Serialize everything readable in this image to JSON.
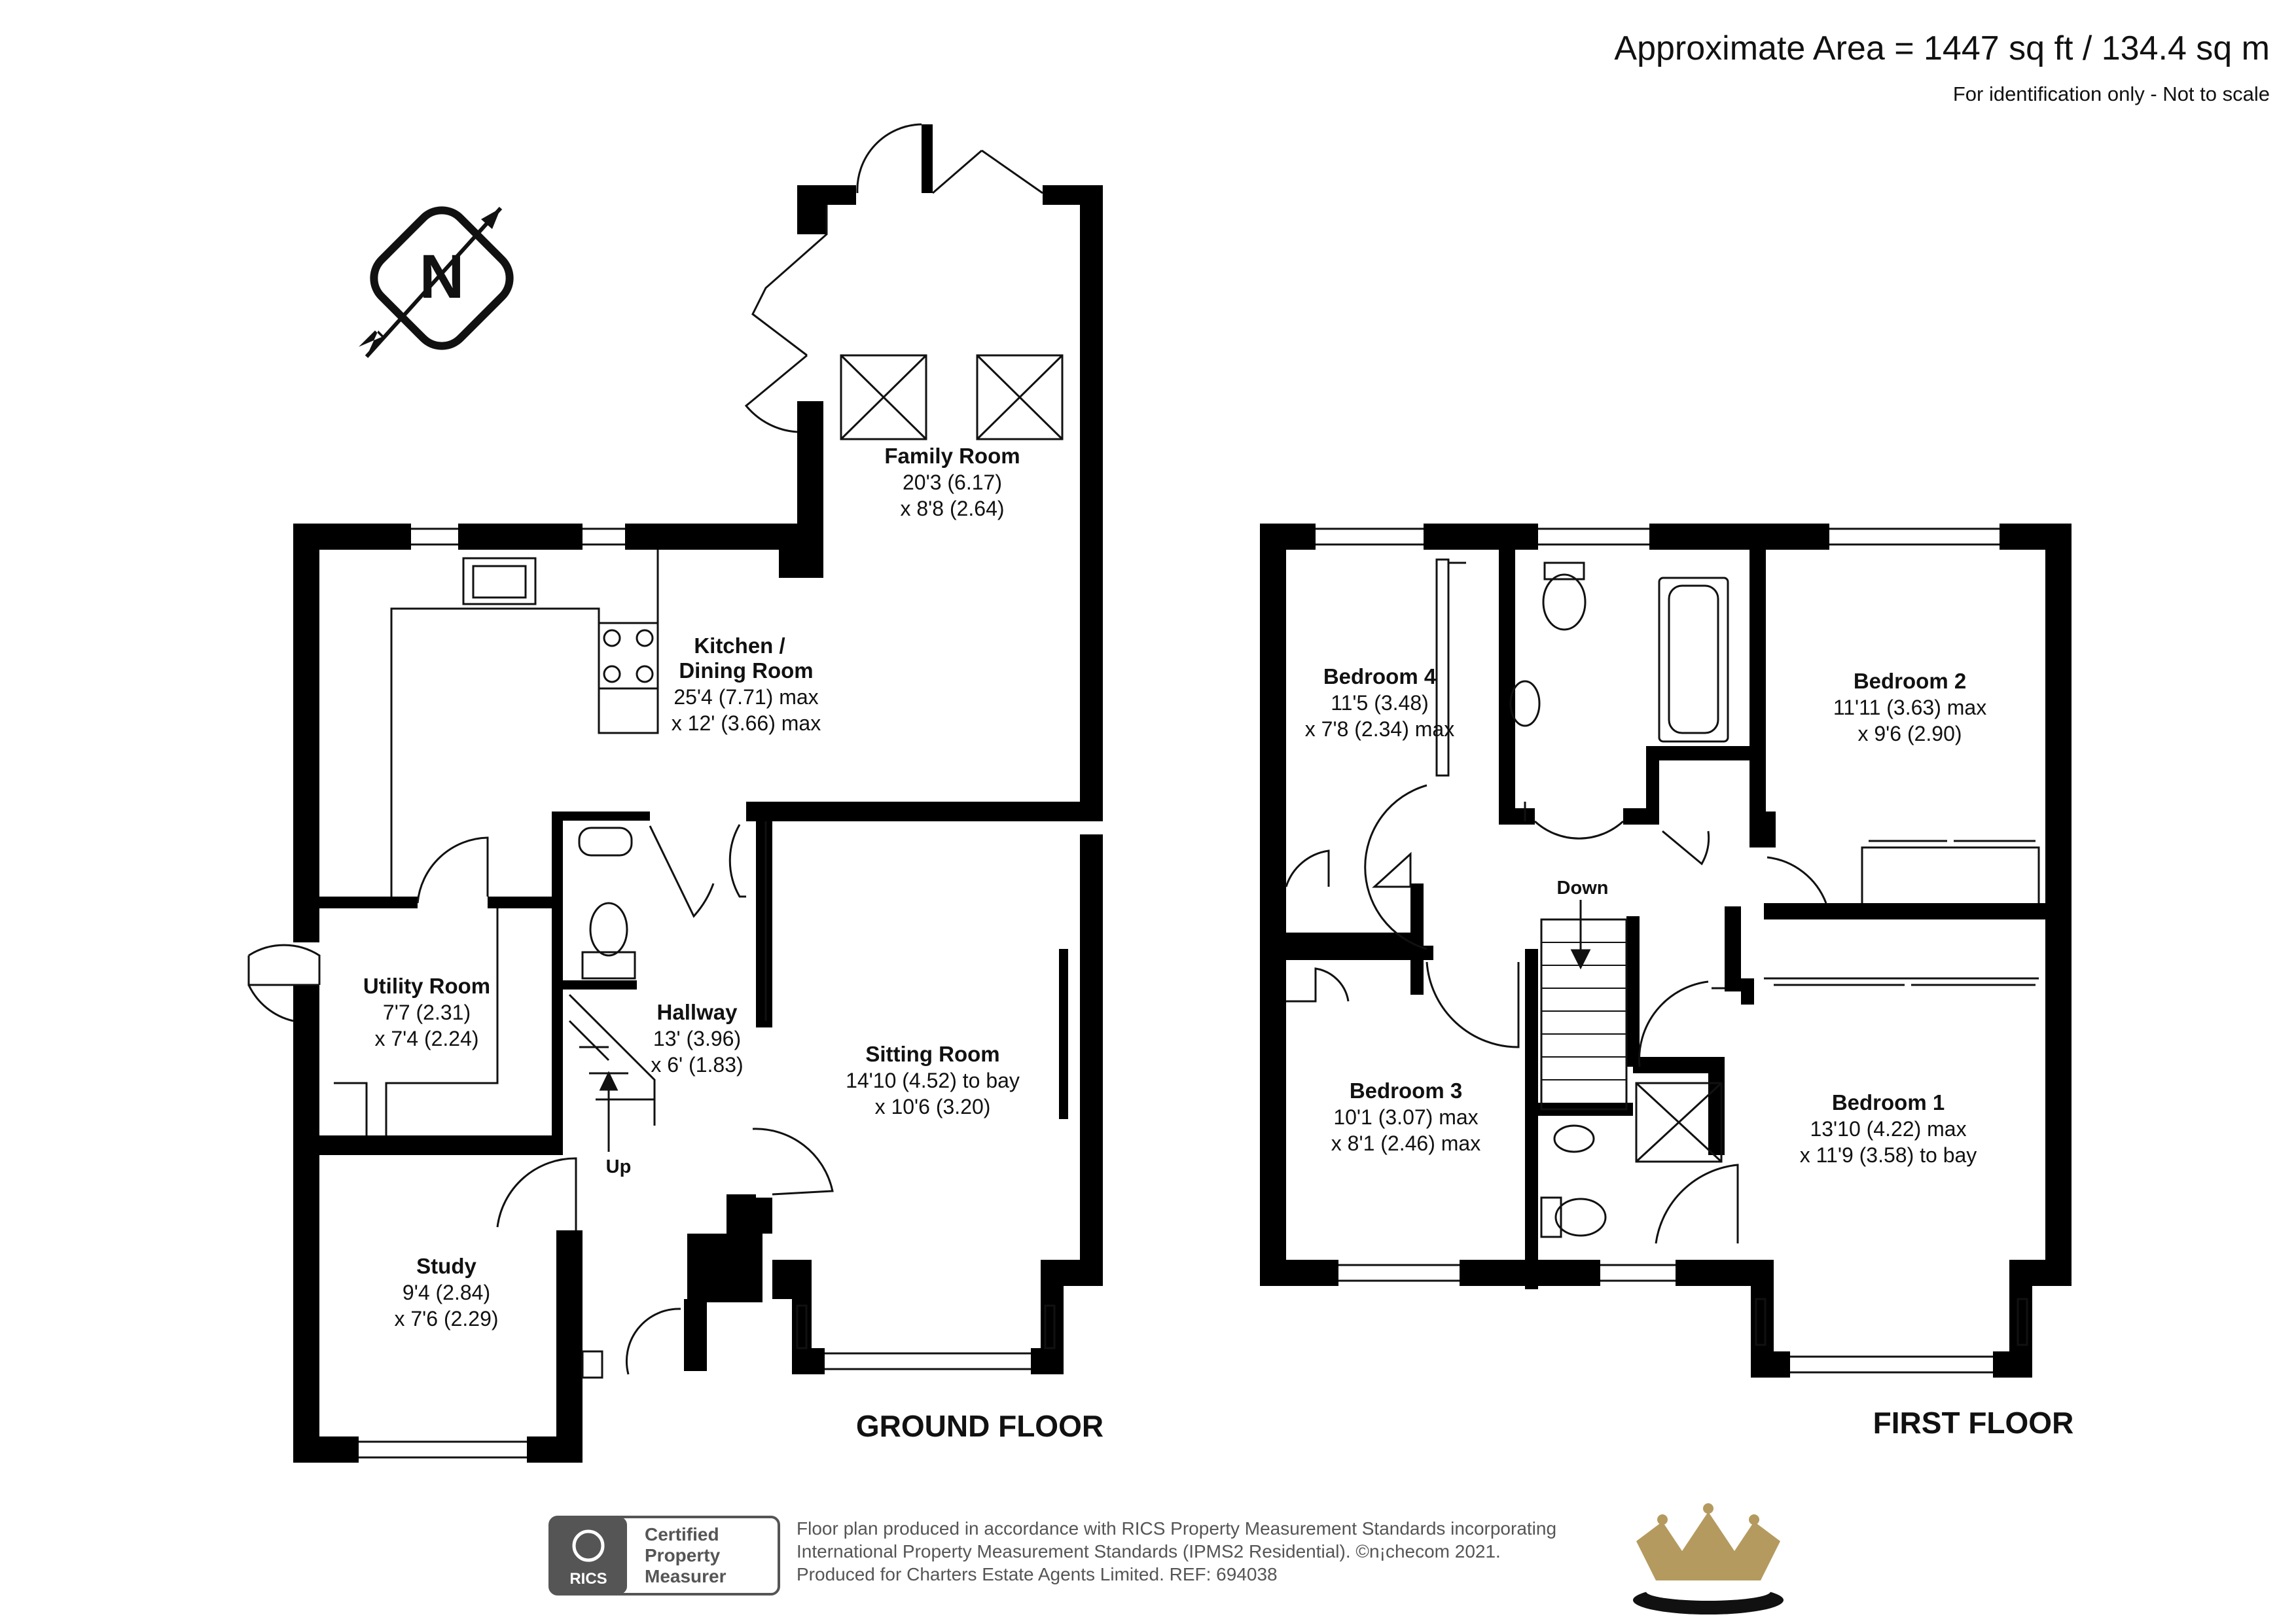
{
  "header": {
    "area": "Approximate Area = 1447 sq ft / 134.4 sq m",
    "scale_note": "For identification only - Not to scale"
  },
  "compass": {
    "letter": "N"
  },
  "ground_floor": {
    "label": "GROUND FLOOR",
    "rooms": [
      {
        "name": "Family Room",
        "dims": [
          "20'3 (6.17)",
          "x 8'8 (2.64)"
        ]
      },
      {
        "name": "Kitchen /",
        "name2": "Dining Room",
        "dims": [
          "25'4 (7.71) max",
          "x 12' (3.66) max"
        ]
      },
      {
        "name": "Utility Room",
        "dims": [
          "7'7 (2.31)",
          "x 7'4 (2.24)"
        ]
      },
      {
        "name": "Hallway",
        "dims": [
          "13' (3.96)",
          "x 6' (1.83)"
        ]
      },
      {
        "name": "Sitting Room",
        "dims": [
          "14'10 (4.52) to bay",
          "x 10'6 (3.20)"
        ]
      },
      {
        "name": "Study",
        "dims": [
          "9'4 (2.84)",
          "x 7'6 (2.29)"
        ]
      }
    ],
    "stairs_label": "Up"
  },
  "first_floor": {
    "label": "FIRST FLOOR",
    "rooms": [
      {
        "name": "Bedroom 4",
        "dims": [
          "11'5 (3.48)",
          "x 7'8 (2.34) max"
        ]
      },
      {
        "name": "Bedroom 2",
        "dims": [
          "11'11 (3.63) max",
          "x 9'6 (2.90)"
        ]
      },
      {
        "name": "Bedroom 3",
        "dims": [
          "10'1 (3.07) max",
          "x 8'1 (2.46) max"
        ]
      },
      {
        "name": "Bedroom 1",
        "dims": [
          "13'10 (4.22) max",
          "x 11'9 (3.58) to bay"
        ]
      }
    ],
    "stairs_label": "Down"
  },
  "footer": {
    "badge": {
      "brand": "RICS",
      "line1": "Certified",
      "line2": "Property",
      "line3": "Measurer"
    },
    "lines": [
      "Floor plan produced in accordance with RICS Property Measurement Standards incorporating",
      "International Property Measurement Standards (IPMS2 Residential).  ©n¡checom 2021.",
      "Produced for Charters Estate Agents Limited.   REF:  694038"
    ]
  },
  "colors": {
    "wall": "#000000",
    "logo_gold": "#b49a5e",
    "badge_grey": "#555555"
  }
}
